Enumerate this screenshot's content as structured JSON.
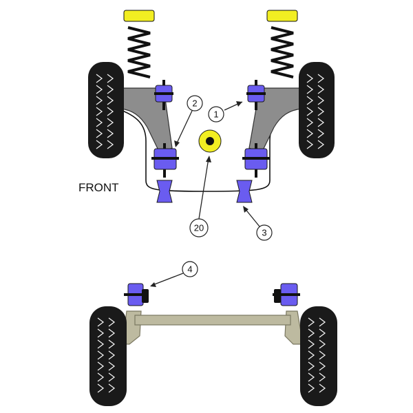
{
  "labels": {
    "front": "FRONT"
  },
  "callouts": [
    {
      "number": "1"
    },
    {
      "number": "2"
    },
    {
      "number": "20"
    },
    {
      "number": "3"
    },
    {
      "number": "4"
    }
  ],
  "colors": {
    "bush": "#6a5cf0",
    "bush_dark": "#3d2fb5",
    "spring_cap": "#f2ee22",
    "tyre": "#1a1a1a",
    "arm": "#8d8d8d",
    "axle": "#bdbaa0",
    "center_bush": "#f2ee22"
  }
}
